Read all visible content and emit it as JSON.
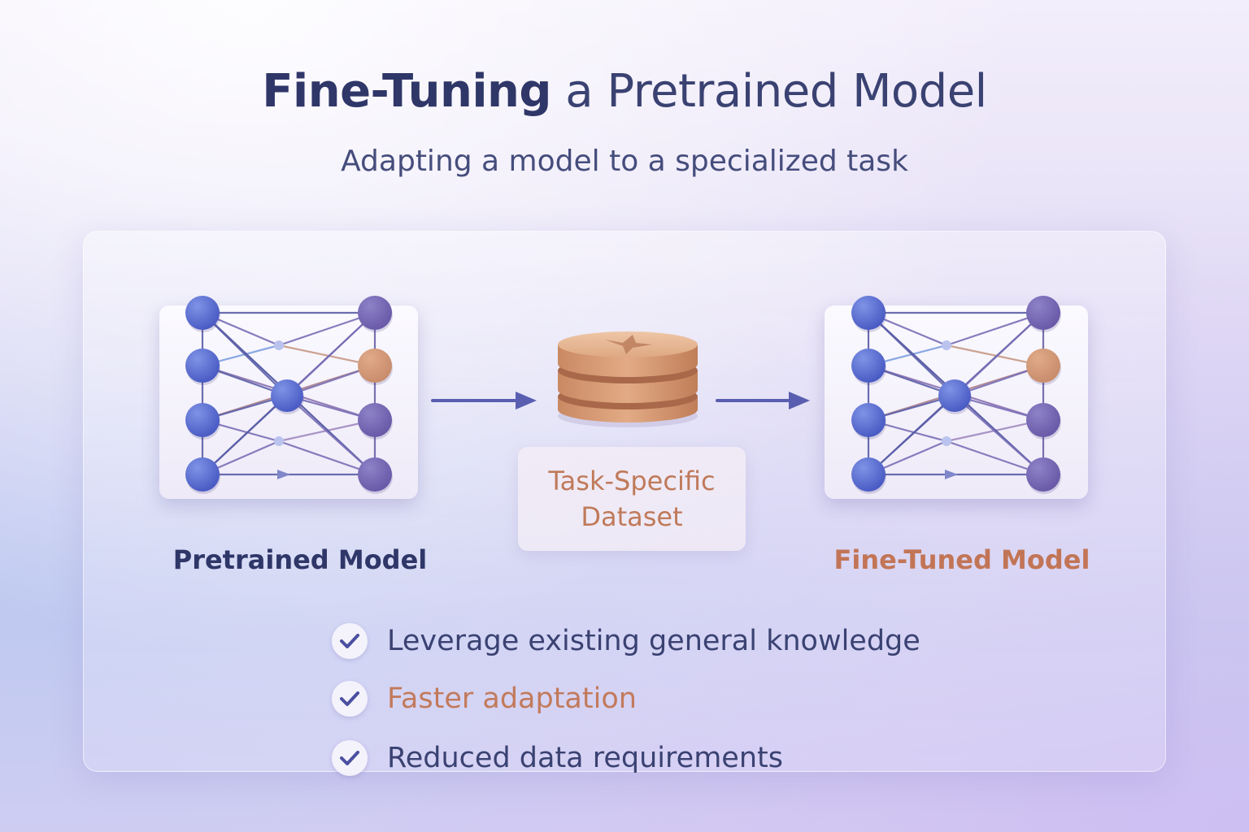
{
  "header": {
    "title_bold": "Fine-Tuning",
    "title_rest": " a Pretrained Model",
    "subtitle": "Adapting a model to a specialized task"
  },
  "diagram": {
    "pretrained_label": "Pretrained Model",
    "dataset_label_line1": "Task-Specific",
    "dataset_label_line2": "Dataset",
    "finetuned_label": "Fine-Tuned Model"
  },
  "benefits": [
    {
      "text": "Leverage existing general knowledge",
      "icon": "check-icon"
    },
    {
      "text": "Faster adaptation",
      "icon": "check-icon"
    },
    {
      "text": "Reduced data requirements",
      "icon": "check-icon"
    }
  ],
  "colors": {
    "primary_navy": "#2f3668",
    "accent_copper": "#c27556",
    "node_blue": "#4a5cc4",
    "node_purple": "#6a5aa8",
    "node_orange": "#c98d6c",
    "dataset_tan": "#d9a07a"
  }
}
